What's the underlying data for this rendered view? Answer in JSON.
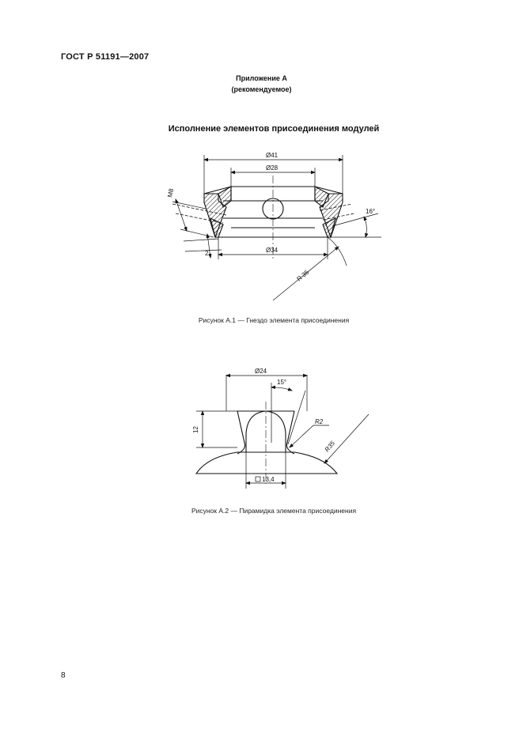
{
  "document": {
    "header": "ГОСТ Р 51191—2007",
    "appendix_title": "Приложение А",
    "appendix_note": "(рекомендуемое)",
    "section_title": "Исполнение элементов присоединения модулей",
    "page_number": "8"
  },
  "figure_a1": {
    "caption": "Рисунок А.1 — Гнездо элемента присоединения",
    "dim_outer": "Ø41",
    "dim_inner": "Ø28",
    "dim_bottom": "Ø34",
    "dim_thread": "M8",
    "dim_thickness": "2",
    "dim_angle": "16°",
    "dim_radius": "R 35"
  },
  "figure_a2": {
    "caption": "Рисунок А.2 — Пирамидка элемента присоединения",
    "dim_top": "Ø24",
    "dim_angle": "15°",
    "dim_height": "12",
    "dim_radius_small": "R2",
    "dim_radius_large": "R35",
    "dim_square": "13,4"
  }
}
